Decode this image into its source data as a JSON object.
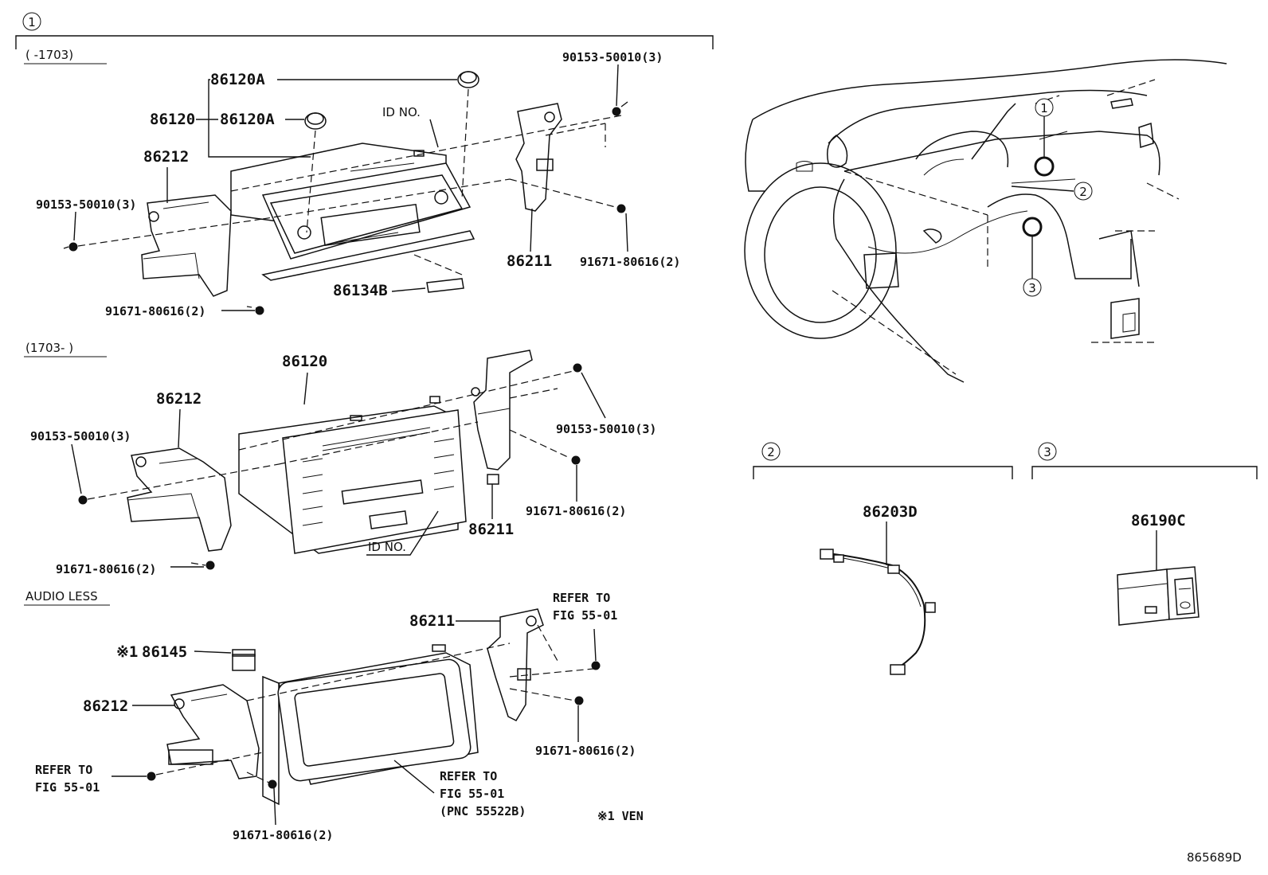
{
  "diagram": {
    "figure_code": "865689D",
    "section_markers": [
      "1",
      "2",
      "3"
    ],
    "group_labels": {
      "before_1703": "(    -1703)",
      "after_1703": "(1703-    )",
      "audio_less": "AUDIO LESS"
    },
    "id_label": "ID NO.",
    "parts": {
      "radio_assy": "86120",
      "knob": "86120A",
      "bracket_left": "86212",
      "bracket_right": "86211",
      "screw_a": "90153-50010(3)",
      "screw_b": "91671-80616(2)",
      "panel_cover": "86134B",
      "jack_cable": "86203D",
      "usb_adapter": "86190C",
      "vin_part": "86145",
      "vin_prefix": "※1"
    },
    "refer_lines": {
      "refer_to": "REFER TO",
      "fig_5501": "FIG 55-01",
      "pnc": "(PNC 55522B)"
    },
    "footnote": "※1 VEN"
  }
}
